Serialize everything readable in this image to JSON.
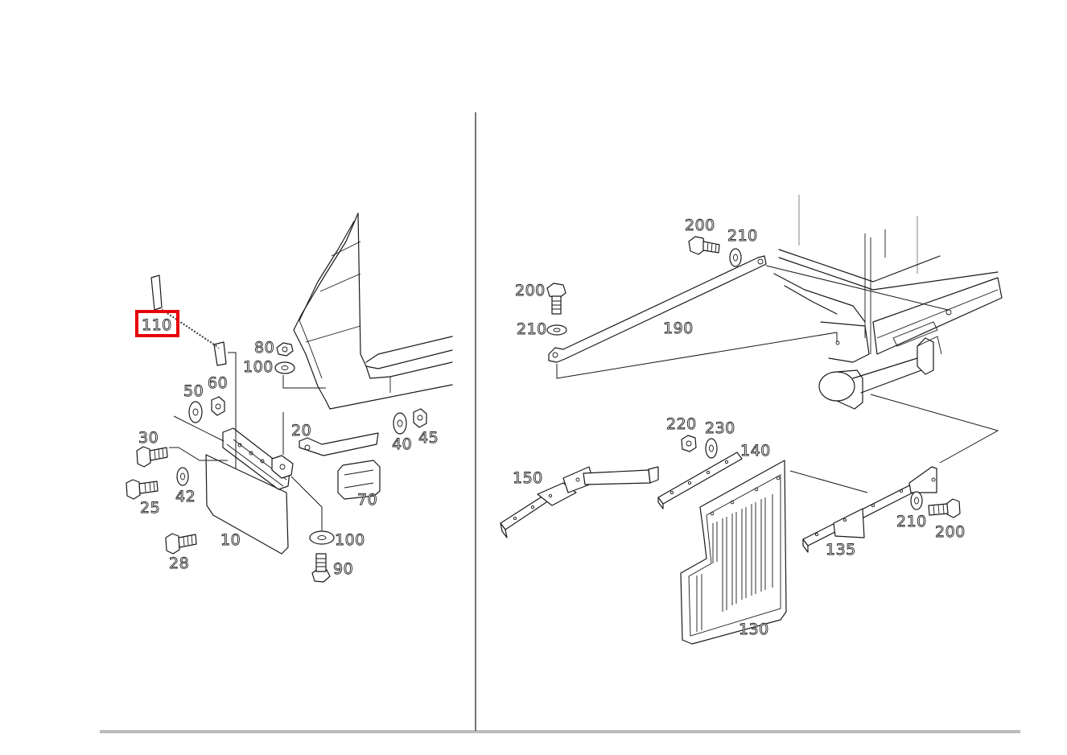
{
  "diagram": {
    "highlight": {
      "label_ref": "110",
      "color": "#e8000b"
    },
    "labels": {
      "p110": "110",
      "p80": "80",
      "p100a": "100",
      "p50": "50",
      "p60": "60",
      "p30": "30",
      "p20": "20",
      "p40": "40",
      "p45": "45",
      "p42": "42",
      "p25": "25",
      "p70": "70",
      "p10": "10",
      "p100b": "100",
      "p28": "28",
      "p90": "90",
      "p200a": "200",
      "p210a": "210",
      "p200b": "200",
      "p210b": "210",
      "p190": "190",
      "p220": "220",
      "p230": "230",
      "p140": "140",
      "p150": "150",
      "p210c": "210",
      "p200c": "200",
      "p135": "135",
      "p130": "130"
    }
  }
}
